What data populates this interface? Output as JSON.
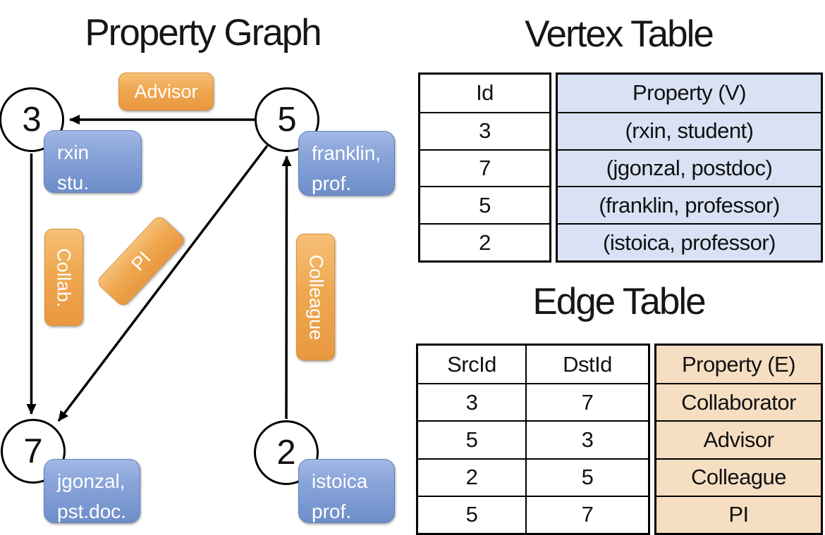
{
  "graph": {
    "title": "Property Graph",
    "nodes": [
      {
        "id": "3",
        "label_lines": [
          "rxin",
          "stu."
        ]
      },
      {
        "id": "5",
        "label_lines": [
          "franklin,",
          "prof."
        ]
      },
      {
        "id": "7",
        "label_lines": [
          "jgonzal,",
          "pst.doc."
        ]
      },
      {
        "id": "2",
        "label_lines": [
          "istoica",
          "prof."
        ]
      }
    ],
    "edge_labels": {
      "advisor": "Advisor",
      "collab": "Collab.",
      "pi": "PI",
      "colleague": "Colleague"
    },
    "edges": [
      {
        "src": "5",
        "dst": "3",
        "label": "Advisor"
      },
      {
        "src": "3",
        "dst": "7",
        "label": "Collab."
      },
      {
        "src": "5",
        "dst": "7",
        "label": "PI"
      },
      {
        "src": "2",
        "dst": "5",
        "label": "Colleague"
      }
    ]
  },
  "vertex_table": {
    "title": "Vertex Table",
    "columns": [
      "Id",
      "Property (V)"
    ],
    "rows": [
      [
        "3",
        "(rxin, student)"
      ],
      [
        "7",
        "(jgonzal, postdoc)"
      ],
      [
        "5",
        "(franklin, professor)"
      ],
      [
        "2",
        "(istoica, professor)"
      ]
    ]
  },
  "edge_table": {
    "title": "Edge Table",
    "columns": [
      "SrcId",
      "DstId",
      "Property (E)"
    ],
    "rows": [
      [
        "3",
        "7",
        "Collaborator"
      ],
      [
        "5",
        "3",
        "Advisor"
      ],
      [
        "2",
        "5",
        "Colleague"
      ],
      [
        "5",
        "7",
        "PI"
      ]
    ]
  },
  "colors": {
    "edge_label_orange": "#EC9C40",
    "vertex_label_blue": "#7B99D0",
    "vertex_property_fill": "#D8E2F4",
    "edge_property_fill": "#F6DEC2",
    "line_black": "#000000"
  }
}
